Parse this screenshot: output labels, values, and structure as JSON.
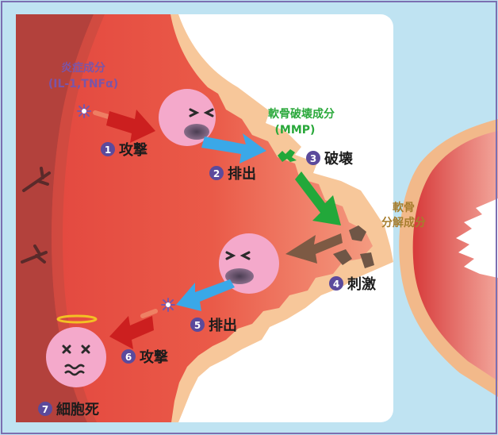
{
  "labels": {
    "inflammatory_components": [
      "炎症成分",
      "(IL-1,TNFα)"
    ],
    "cartilage_destructive_components": [
      "軟骨破壊成分",
      "(MMP)"
    ],
    "cartilage_degradation_components": [
      "軟骨",
      "分解成分"
    ]
  },
  "steps": [
    {
      "number": "1",
      "label": "攻撃"
    },
    {
      "number": "2",
      "label": "排出"
    },
    {
      "number": "3",
      "label": "破壊"
    },
    {
      "number": "4",
      "label": "刺激"
    },
    {
      "number": "5",
      "label": "排出"
    },
    {
      "number": "6",
      "label": "攻撃"
    },
    {
      "number": "7",
      "label": "細胞死"
    }
  ],
  "colors": {
    "frame": "#7b6fb2",
    "background": "#bfe3f2",
    "synovium_dark": "#b3413c",
    "synovium": "#e2453e",
    "cartilage": "#f7c79a",
    "cell": "#f4a9cb",
    "step_badge": "#5b4a9c",
    "inflammatory_label": "#7a55a8",
    "mmp_label": "#29a83a",
    "degradation_label": "#a77d2d",
    "arrow_red": "#cc1f1f",
    "arrow_blue": "#3aa8e8",
    "arrow_green": "#22a83a",
    "arrow_brown": "#7d5a44"
  },
  "icons": [
    "cytokine-burst-icon",
    "mmp-enzyme-icon",
    "halo-icon",
    "cartilage-fragment-icon"
  ]
}
